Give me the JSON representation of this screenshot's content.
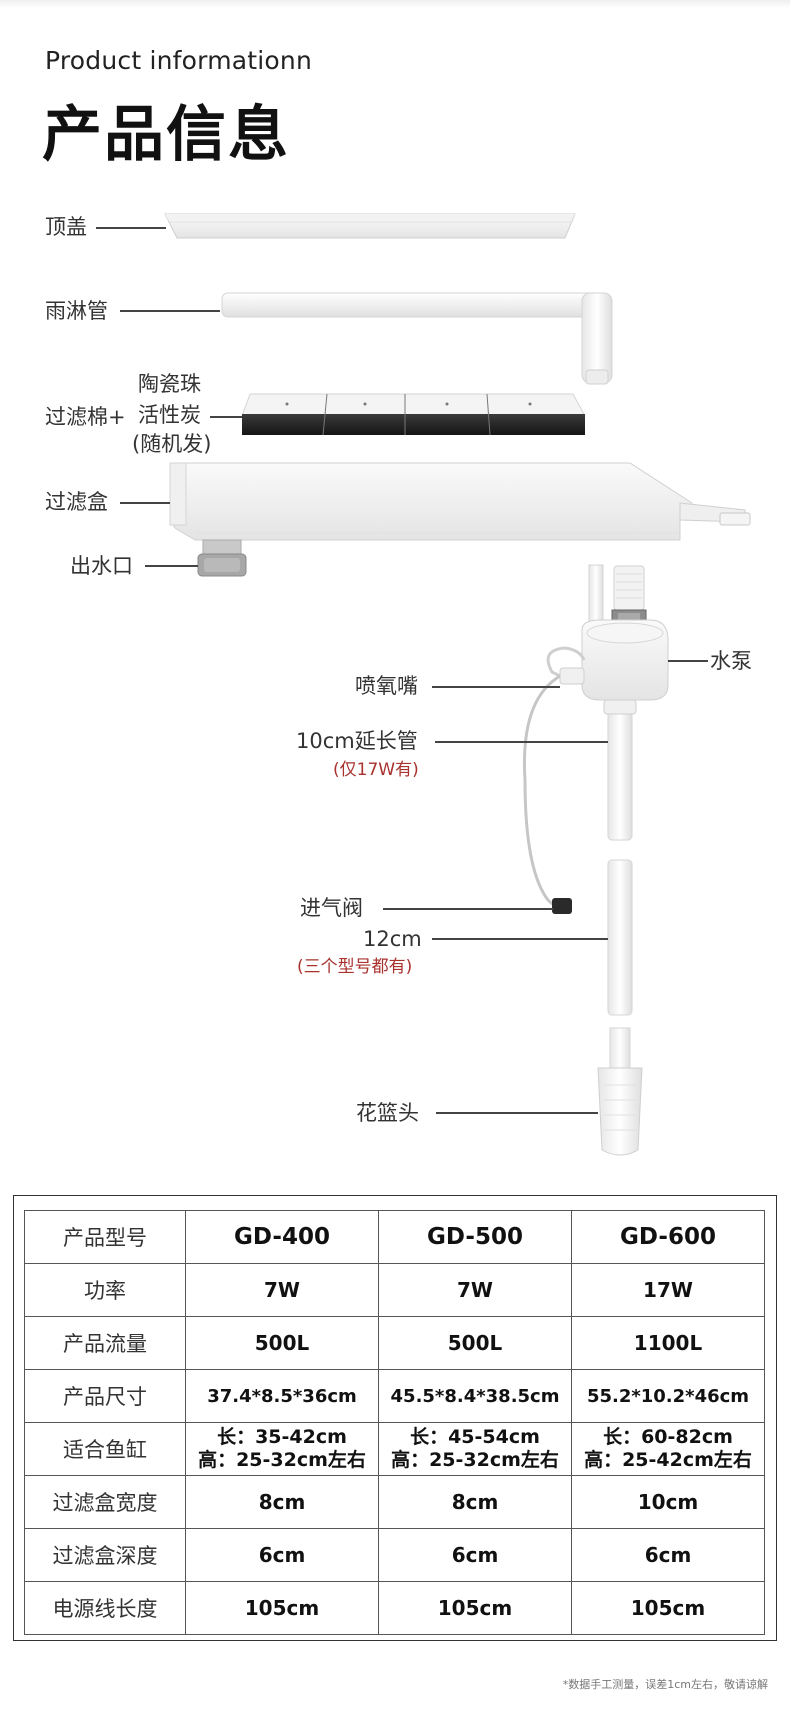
{
  "header": {
    "subtitle": "Product informationn",
    "title": "产品信息"
  },
  "parts": {
    "top_cover": "顶盖",
    "rain_pipe": "雨淋管",
    "filter_media_line1": "陶瓷珠",
    "filter_media_line2": "过滤棉+",
    "filter_media_line3": "活性炭",
    "filter_media_line4": "(随机发)",
    "filter_box": "过滤盒",
    "outlet": "出水口",
    "pump": "水泵",
    "air_nozzle": "喷氧嘴",
    "ext_pipe": "10cm延长管",
    "ext_pipe_note": "(仅17W有)",
    "air_valve": "进气阀",
    "pipe_12": "12cm",
    "pipe_12_note": "(三个型号都有)",
    "strainer": "花篮头"
  },
  "spec_table": {
    "rows": [
      {
        "label": "产品型号",
        "values": [
          "GD-400",
          "GD-500",
          "GD-600"
        ]
      },
      {
        "label": "功率",
        "values": [
          "7W",
          "7W",
          "17W"
        ]
      },
      {
        "label": "产品流量",
        "values": [
          "500L",
          "500L",
          "1100L"
        ]
      },
      {
        "label": "产品尺寸",
        "values": [
          "37.4*8.5*36cm",
          "45.5*8.4*38.5cm",
          "55.2*10.2*46cm"
        ]
      },
      {
        "label": "适合鱼缸",
        "values_line1": [
          "长：35-42cm",
          "长：45-54cm",
          "长：60-82cm"
        ],
        "values_line2": [
          "高：25-32cm左右",
          "高：25-32cm左右",
          "高：25-42cm左右"
        ]
      },
      {
        "label": "过滤盒宽度",
        "values": [
          "8cm",
          "8cm",
          "10cm"
        ]
      },
      {
        "label": "过滤盒深度",
        "values": [
          "6cm",
          "6cm",
          "6cm"
        ]
      },
      {
        "label": "电源线长度",
        "values": [
          "105cm",
          "105cm",
          "105cm"
        ]
      }
    ]
  },
  "footnote": "*数据手工测量，误差1cm左右，敬请谅解"
}
